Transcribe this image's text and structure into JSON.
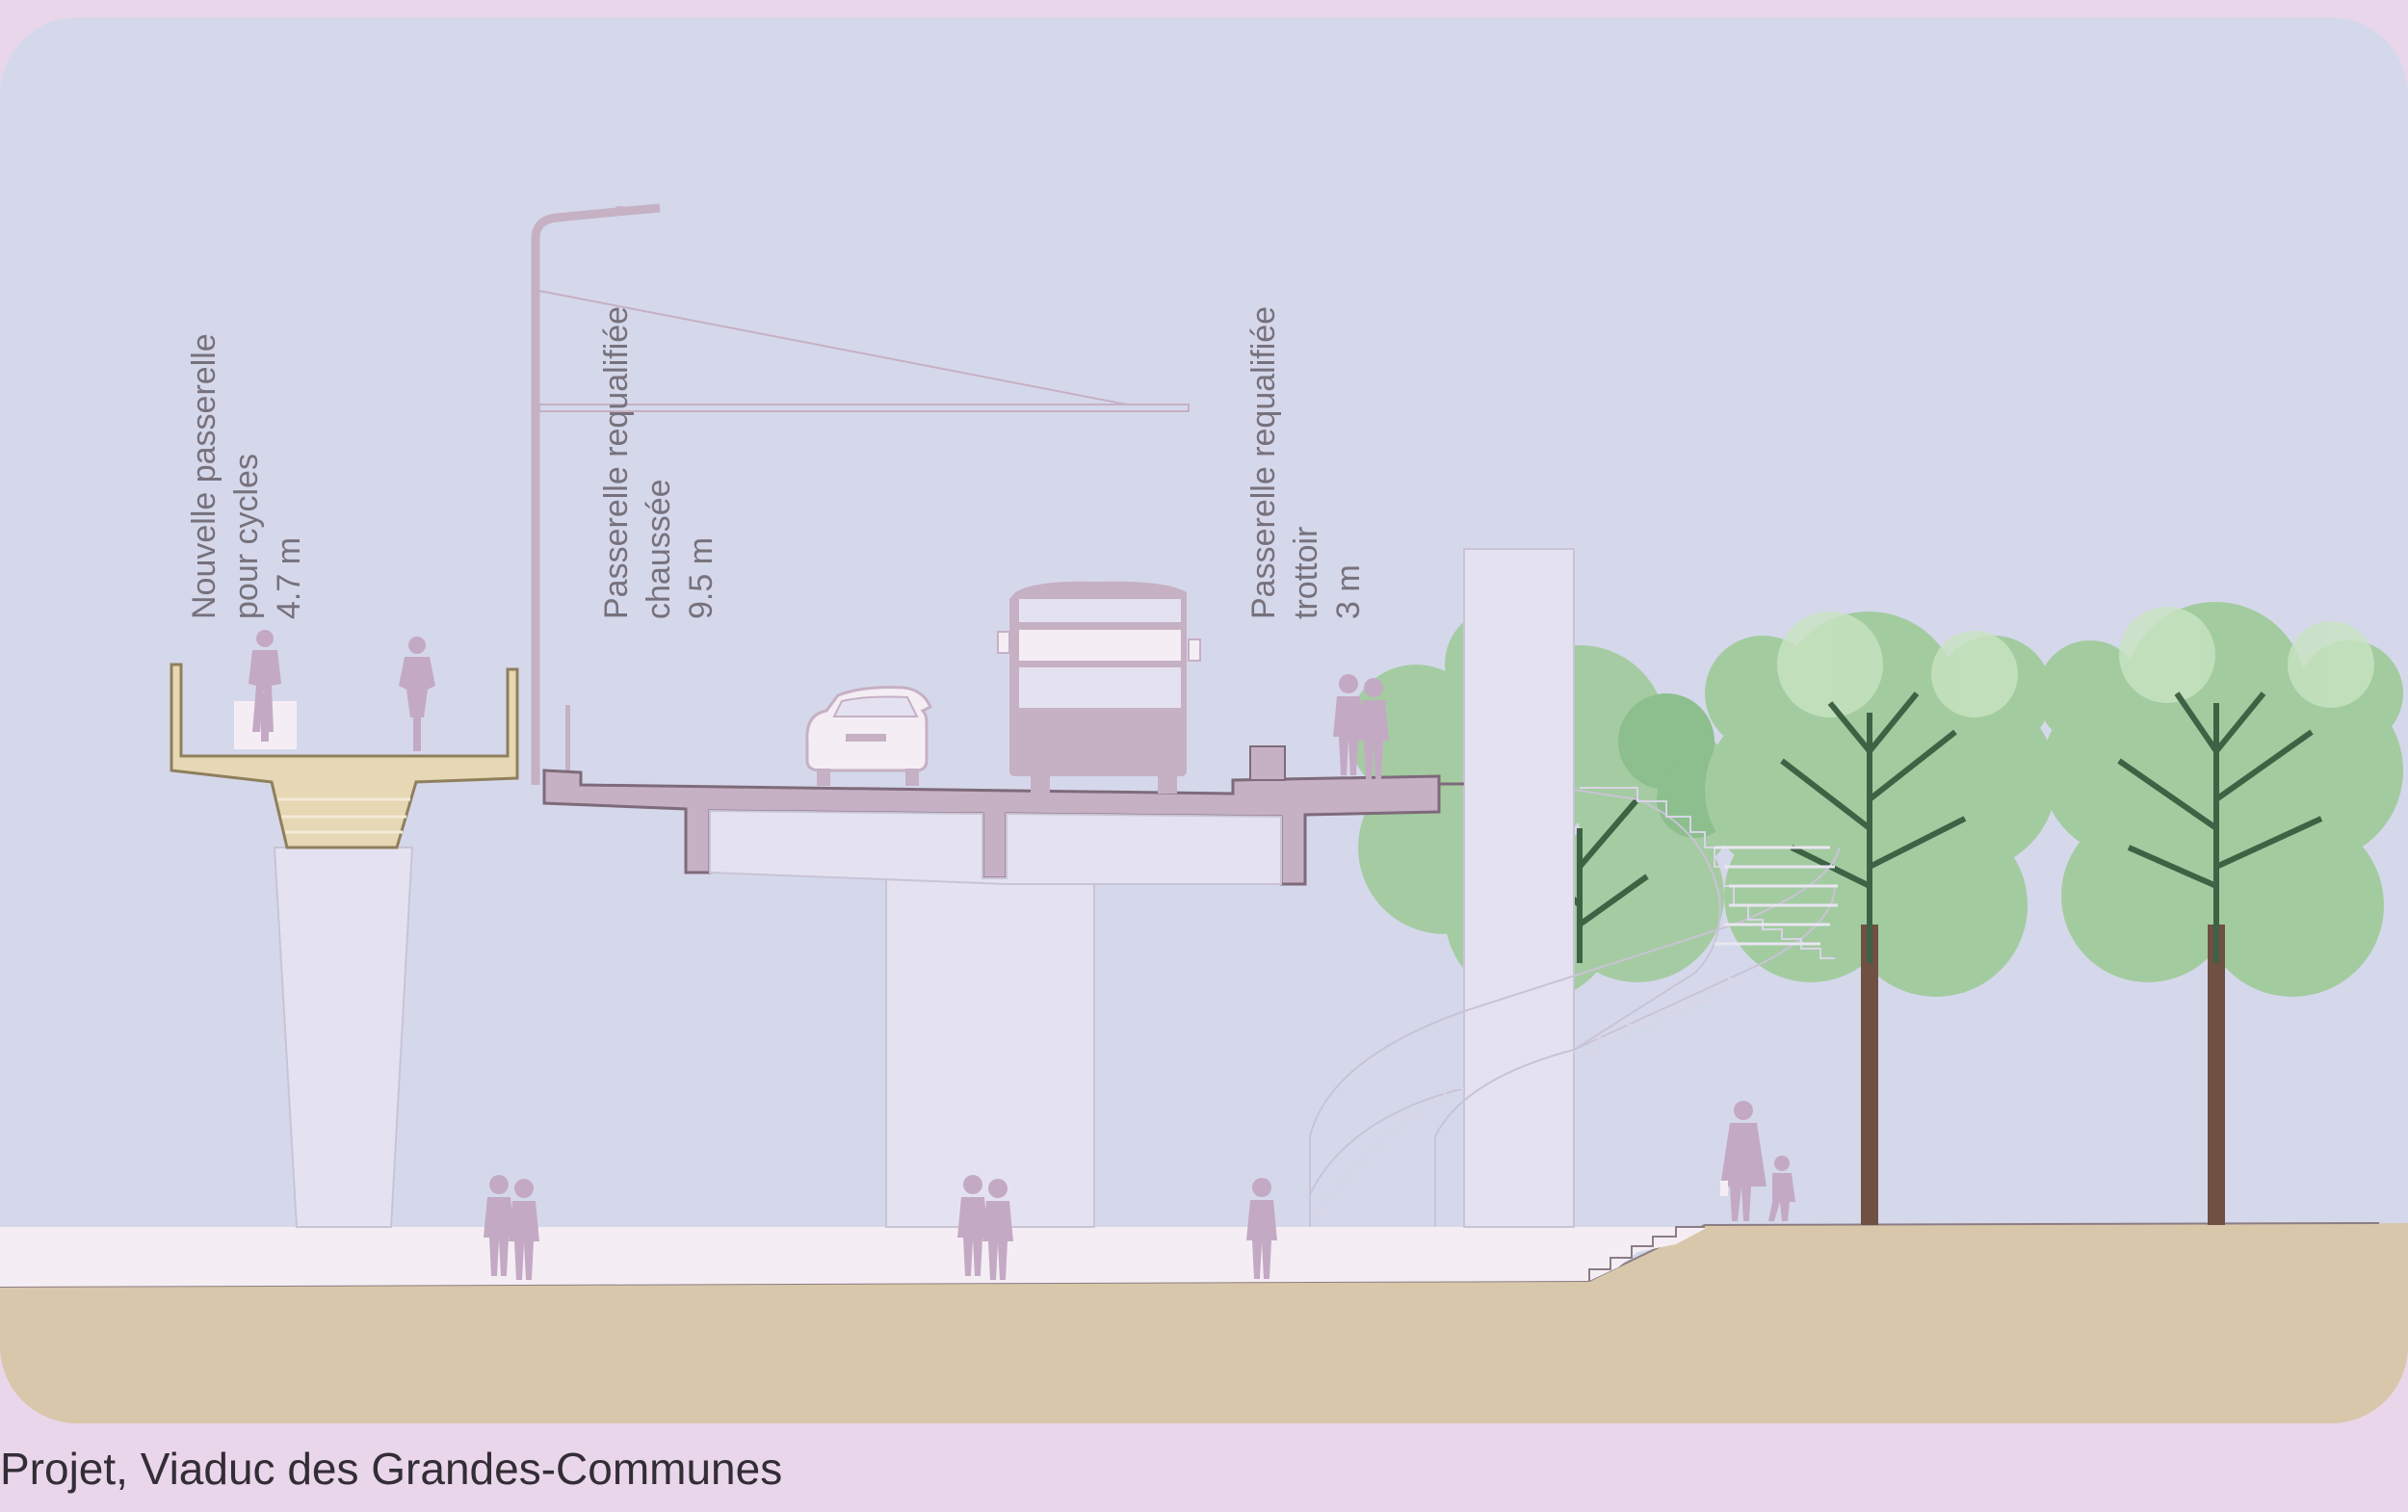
{
  "labels": {
    "cycles": {
      "line1": "Nouvelle passerelle",
      "line2": "pour cycles",
      "line3": "4.7 m"
    },
    "chaussee": {
      "line1": "Passerelle requalifiée",
      "line2": "chaussée",
      "line3": "9.5 m"
    },
    "trottoir": {
      "line1": "Passerelle requalifiée",
      "line2": "trottoir",
      "line3": "3 m"
    }
  },
  "caption": "Projet, Viaduc des Grandes-Communes",
  "colors": {
    "frame": "#ead6ea",
    "sky": "#d5d8eb",
    "ground": "#d8c7aa",
    "sidewalk": "#f4eef4",
    "structure": "#c6b0c4",
    "pillar": "#e4e2f1",
    "wood": "#e6d7b5",
    "tree-light": "#a3cba0",
    "tree-dark": "#8cbf8d",
    "trunk": "#6f5043",
    "silhouette": "#c4a9c4",
    "label": "#77717c"
  },
  "icons": [
    "street-lamp-icon",
    "car-icon",
    "bus-icon",
    "cyclist-icon",
    "pedestrian-icon",
    "tree-icon",
    "spiral-staircase-icon"
  ]
}
